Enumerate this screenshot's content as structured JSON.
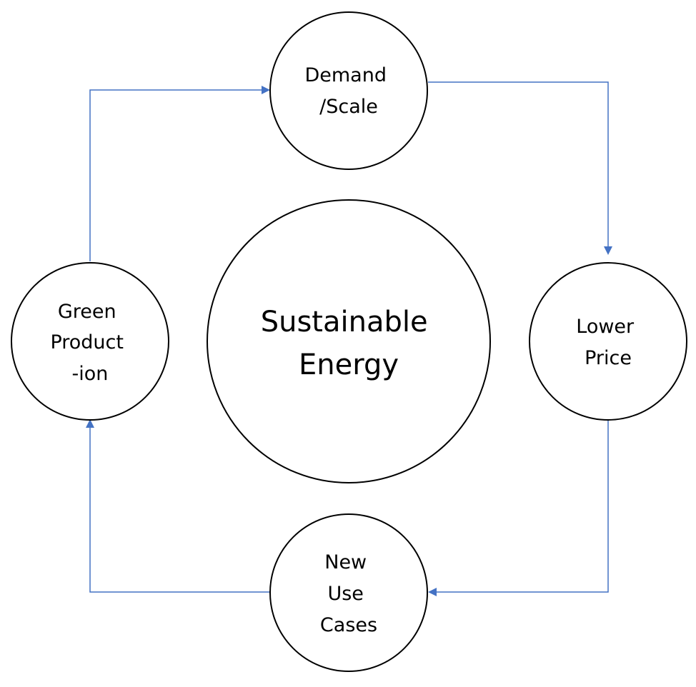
{
  "diagram": {
    "type": "cycle",
    "accent_color": "#4472C4",
    "center": {
      "lines": [
        "Sustainable",
        "Energy"
      ]
    },
    "nodes": {
      "demand": {
        "lines": [
          "Demand",
          "/Scale"
        ]
      },
      "lower_price": {
        "lines": [
          "Lower",
          "Price"
        ]
      },
      "new_use_cases": {
        "lines": [
          "New",
          "Use",
          "Cases"
        ]
      },
      "green_production": {
        "lines": [
          "Green",
          "Product",
          "-ion"
        ]
      }
    },
    "edges": [
      {
        "from": "Demand /Scale",
        "to": "Lower Price"
      },
      {
        "from": "Lower Price",
        "to": "New Use Cases"
      },
      {
        "from": "New Use Cases",
        "to": "Green Product-ion"
      },
      {
        "from": "Green Product-ion",
        "to": "Demand /Scale"
      }
    ]
  }
}
